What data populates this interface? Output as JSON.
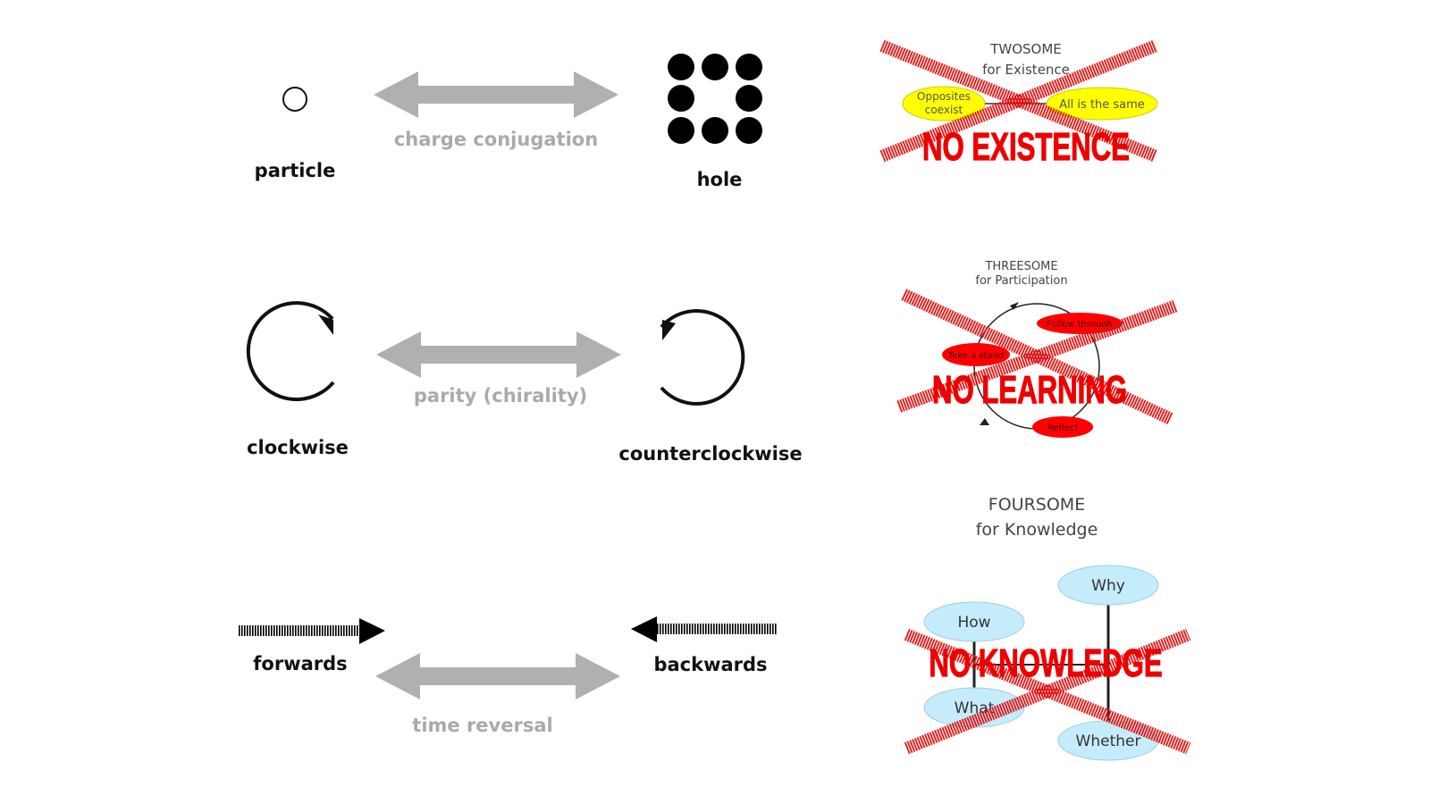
{
  "physics": {
    "row1": {
      "left_label": "particle",
      "operation": "charge conjugation",
      "right_label": "hole"
    },
    "row2": {
      "left_label": "clockwise",
      "operation": "parity (chirality)",
      "right_label": "counterclockwise"
    },
    "row3": {
      "left_label": "forwards",
      "operation": "time reversal",
      "right_label": "backwards"
    }
  },
  "panels": {
    "twosome": {
      "title": "TWOSOME",
      "subtitle": "for Existence",
      "nodes": [
        {
          "line1": "Opposites",
          "line2": "coexist"
        },
        {
          "text": "All is the same"
        }
      ],
      "node_color": "#ffff00",
      "stamp": "NO EXISTENCE"
    },
    "threesome": {
      "title": "THREESOME",
      "subtitle": "for Participation",
      "nodes": [
        "Follow through",
        "Take a stand",
        "Reflect"
      ],
      "node_color": "#ff0000",
      "stamp": "NO LEARNING"
    },
    "foursome": {
      "title": "FOURSOME",
      "subtitle": "for Knowledge",
      "nodes": [
        "Why",
        "How",
        "What",
        "Whether"
      ],
      "node_color": "#c5ecfa",
      "stamp": "NO KNOWLEDGE"
    }
  },
  "colors": {
    "operation_arrow": "#b0b0b0",
    "cross_hatch": "#e01010",
    "stamp_text": "#ee0000"
  }
}
